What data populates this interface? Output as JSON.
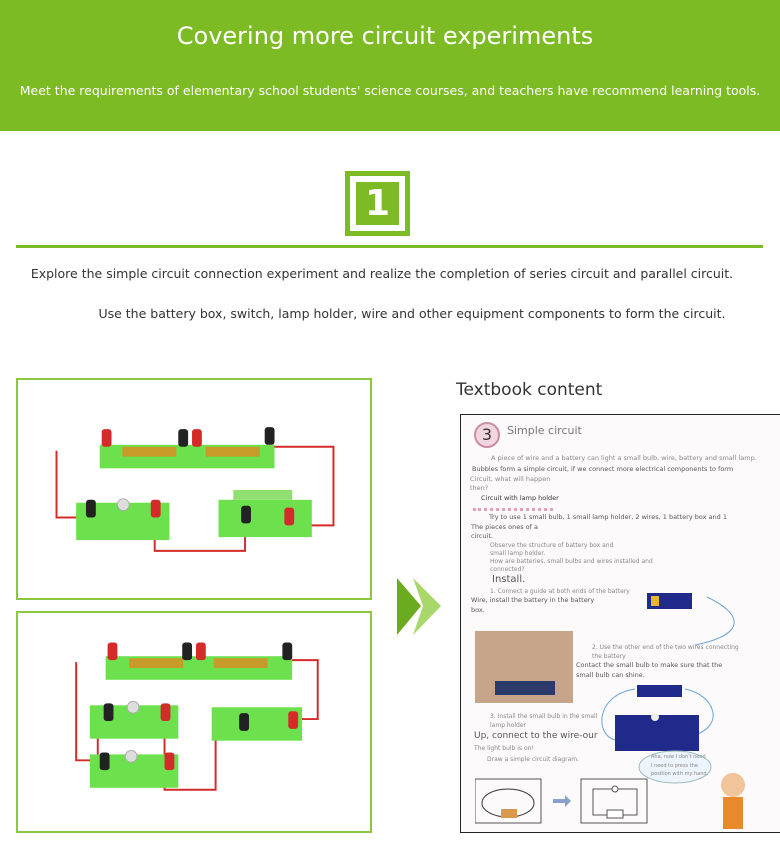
{
  "header": {
    "title": "Covering more circuit experiments",
    "subtitle": "Meet the requirements of elementary school students' science courses, and teachers have recommend learning tools.",
    "color": "#7dbb25"
  },
  "section": {
    "number": "1",
    "line1": "Explore the simple circuit connection experiment and realize the completion of series circuit and parallel circuit.",
    "line2": "Use the battery box, switch, lamp holder, wire and other equipment components to form the circuit."
  },
  "textbook": {
    "label": "Textbook content",
    "chapter_number": "3",
    "chapter_title": "Simple circuit",
    "p1": "A piece of wire and a battery can light a small bulb, wire, battery and small lamp.",
    "p2": "Bubbles form a simple circuit, if we connect more electrical components to form",
    "p3": "Circuit, what will happen",
    "p4": "then?",
    "h1": "Circuit with lamp holder",
    "p5": "Try to use 1 small bulb, 1 small lamp holder, 2 wires, 1 battery box and 1",
    "p6": "The pieces ones of a",
    "p7": "circuit.",
    "p8": "Observe the structure of battery box and",
    "p9": "small lamp holder.",
    "p10": "How are batteries, small bulbs and wires installed and",
    "p11": "connected?",
    "h2": "Install.",
    "p12": "1. Connect a guide at both ends of the battery",
    "p13": "Wire, install the battery in the battery",
    "p14": "box.",
    "p15": "2. Use the other end of the two wires connecting",
    "p16": "the battery",
    "p17": "Contact the small bulb to make sure that the",
    "p18": "small bulb can shine.",
    "p19": "3. Install the small bulb in the small",
    "p20": "lamp holder",
    "h3": "Up, connect to the wire-our",
    "p21": "The light bulb is on!",
    "p22": "Draw a simple circuit diagram.",
    "bubble1": "Aha, now I don't need",
    "bubble2": "I need to press the",
    "bubble3": "position with my hand."
  }
}
